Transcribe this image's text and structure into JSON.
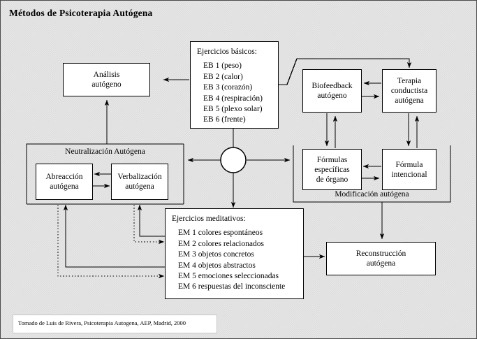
{
  "page": {
    "title": "Métodos de Psicoterapia Autógena",
    "footer_note": "Tomado de Luis de Rivera, Psicoterapia Autogena, AEP, Madrid, 2000",
    "background_color": "#e8e8e8",
    "line_color": "#000000",
    "box_fill": "#ffffff",
    "border_color": "#4a4a4a"
  },
  "nodes": {
    "analisis": {
      "line1": "Análisis",
      "line2": "autógeno"
    },
    "ejercicios_basicos": {
      "heading": "Ejercicios básicos:",
      "items": [
        "EB 1 (peso)",
        "EB 2 (calor)",
        "EB 3 (corazón)",
        "EB 4 (respiración)",
        "EB 5 (plexo solar)",
        "EB 6 (frente)"
      ]
    },
    "biofeedback": {
      "line1": "Biofeedback",
      "line2": "autógeno"
    },
    "terapia_conductista": {
      "line1": "Terapia",
      "line2": "conductista",
      "line3": "autógena"
    },
    "formulas_especificas": {
      "line1": "Fórmulas",
      "line2": "específicas",
      "line3": "de órgano"
    },
    "formula_intencional": {
      "line1": "Fórmula",
      "line2": "intencional"
    },
    "abreaccion": {
      "line1": "Abreacción",
      "line2": "autógena"
    },
    "verbalizacion": {
      "line1": "Verbalización",
      "line2": "autógena"
    },
    "reconstruccion": {
      "line1": "Reconstrucción",
      "line2": "autógena"
    },
    "ejercicios_meditativos": {
      "heading": "Ejercicios meditativos:",
      "items": [
        "EM 1 colores espontáneos",
        "EM 2 colores relacionados",
        "EM 3 objetos concretos",
        "EM 4 objetos abstractos",
        "EM 5 emociones seleccionadas",
        "EM 6 respuestas del inconsciente"
      ]
    }
  },
  "groups": {
    "neutralizacion": {
      "label": "Neutralización Autógena"
    },
    "modificacion": {
      "label": "Modificación autógena"
    }
  },
  "hub": {
    "name": "central-hub-node"
  }
}
